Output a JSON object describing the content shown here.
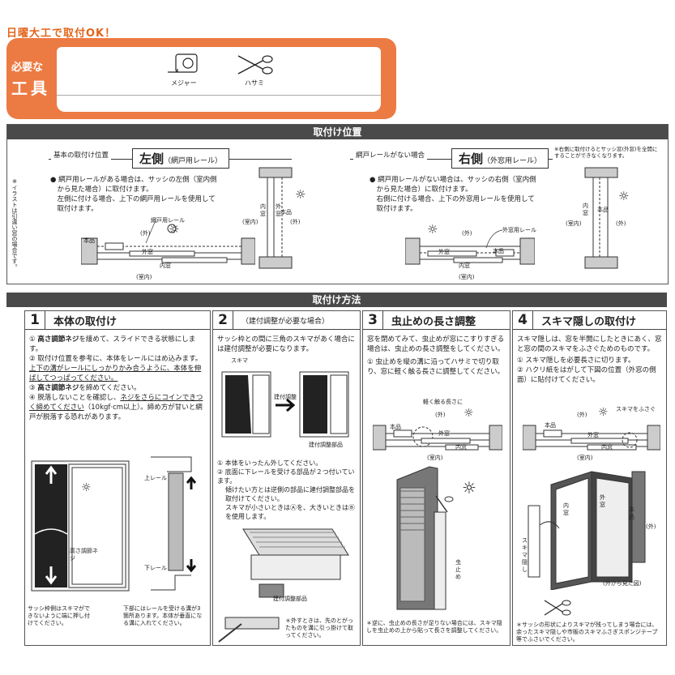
{
  "banner": "日曜大工で取付OK！",
  "tools": {
    "label_line1": "必要な",
    "label_line2": "工具",
    "items": [
      {
        "name": "メジャー",
        "icon": "tape-measure-icon"
      },
      {
        "name": "ハサミ",
        "icon": "scissors-icon"
      }
    ]
  },
  "position": {
    "header": "取付け位置",
    "side_note": "※イラストは引違い窓の場合です。",
    "left": {
      "caption": "基本の取付け位置",
      "side": "左側",
      "side_sub": "（網戸用レール）",
      "text": [
        "● 網戸用レールがある場合は、サッシの左側（室内側",
        "　から見た場合）に取付けます。",
        "　左側に付ける場合、上下の網戸用レールを使用して",
        "　取付けます。"
      ],
      "labels": {
        "rail": "網戸用レール",
        "out": "(外)",
        "main": "本品",
        "outer": "外窓",
        "inner": "内窓",
        "room": "(室内)"
      }
    },
    "right": {
      "caption": "網戸レールがない場合",
      "side": "右側",
      "side_sub": "（外窓用レール）",
      "note": "※右側に取付けるとサッシ窓(外窓)を全開にすることができなくなります。",
      "text": [
        "● 網戸用レールがない場合は、サッシの右側（室内側",
        "　から見た場合）に取付けます。",
        "　右側に付ける場合、上下の外窓用レールを使用して",
        "　取付けます。"
      ],
      "labels": {
        "rail": "外窓用レール",
        "out": "(外)",
        "main": "本品",
        "outer": "外窓",
        "inner": "内窓",
        "room": "(室内)"
      }
    },
    "side_view_labels": {
      "inner": "内窓",
      "outer": "外窓",
      "main": "本品",
      "room": "(室内)",
      "out": "(外)"
    }
  },
  "method": {
    "header": "取付け方法",
    "step1": {
      "num": "1",
      "title": "本体の取付け",
      "items": [
        {
          "mark": "①",
          "bold": "高さ調節ネジ",
          "text": "を緩めて、スライドできる状態にします。"
        },
        {
          "mark": "②",
          "text": "取付け位置を参考に、本体をレールにはめ込みます。",
          "underline": "上下の溝がレールにしっかりかみ合うように、本体を伸ばしてつっぱってください。"
        },
        {
          "mark": "③",
          "bold": "高さ調節ネジ",
          "text": "を締めてください。"
        },
        {
          "mark": "④",
          "text": "脱落しないことを確認し、",
          "underline": "ネジをさらにコインできつく締めてください",
          "text2": "（10kgf·cm以上）。締め方が甘いと網戸が脱落する恐れがあります。"
        }
      ],
      "labels": {
        "upper_rail": "上レール",
        "lower_rail": "下レール",
        "screw": "高さ調節ネジ"
      },
      "note_left": "サッシ枠側はスキマができないように端に押し付けてください。",
      "note_right": "下部にはレールを受ける溝が3箇所あります。本体が垂直になる溝に入れてください。"
    },
    "step2": {
      "num": "2",
      "title": "（建付調整が必要な場合）",
      "intro": "サッシ枠との間に三角のスキマがあく場合には建付調整が必要になります。",
      "labels": {
        "gap": "スキマ",
        "adjust": "建付調整",
        "part": "建付調整部品",
        "part2": "建付調整部品"
      },
      "items": [
        "① 本体をいったん外してください。",
        "② 底面に下レールを受ける部品が２つ付いています。",
        "傾けたい方とは逆側の部品に建付調整部品を取付けてください。",
        "スキマが小さいときはⒶを、大きいときはⒷを使用します。"
      ],
      "note": "＊外すときは、先のとがったものを溝に引っ掛けて取ってください。"
    },
    "step3": {
      "num": "3",
      "title": "虫止めの長さ調整",
      "intro": "窓を閉めてみて、虫止めが窓にこすりすぎる場合は、虫止めの長さ調整をしてください。",
      "items": [
        "① 虫止めを縦の溝に沿ってハサミで切り取り、窓に軽く触る長さに調整してください。"
      ],
      "labels": {
        "touch": "軽く触る長さに",
        "out": "(外)",
        "main": "本品",
        "outer": "外窓",
        "inner": "内窓",
        "room": "(室内)",
        "stopper": "虫止め"
      },
      "note": "＊逆に、虫止めの長さが足りない場合には、スキマ隠しを虫止めの上から貼って長さを調整してください。"
    },
    "step4": {
      "num": "4",
      "title": "スキマ隠しの取付け",
      "intro": "スキマ隠しは、窓を半開にしたときにあく、窓と窓の間のスキマをふさぐためのものです。",
      "items": [
        "① スキマ隠しを必要長さに切ります。",
        "② ハクリ紙をはがして下図の位置（外窓の側面）に貼付けてください。"
      ],
      "labels": {
        "cover": "スキマをふさぐ",
        "out": "(外)",
        "main": "本品",
        "outer": "外窓",
        "inner": "内窓",
        "room": "(室内)",
        "gapcover": "スキマ隠し",
        "outside_view": "(外から見た図)"
      },
      "note": "＊サッシの形状によりスキマが残ってしまう場合には、余ったスキマ隠しや市販のスキマふさぎスポンジテープ等でふさいでください。"
    }
  }
}
